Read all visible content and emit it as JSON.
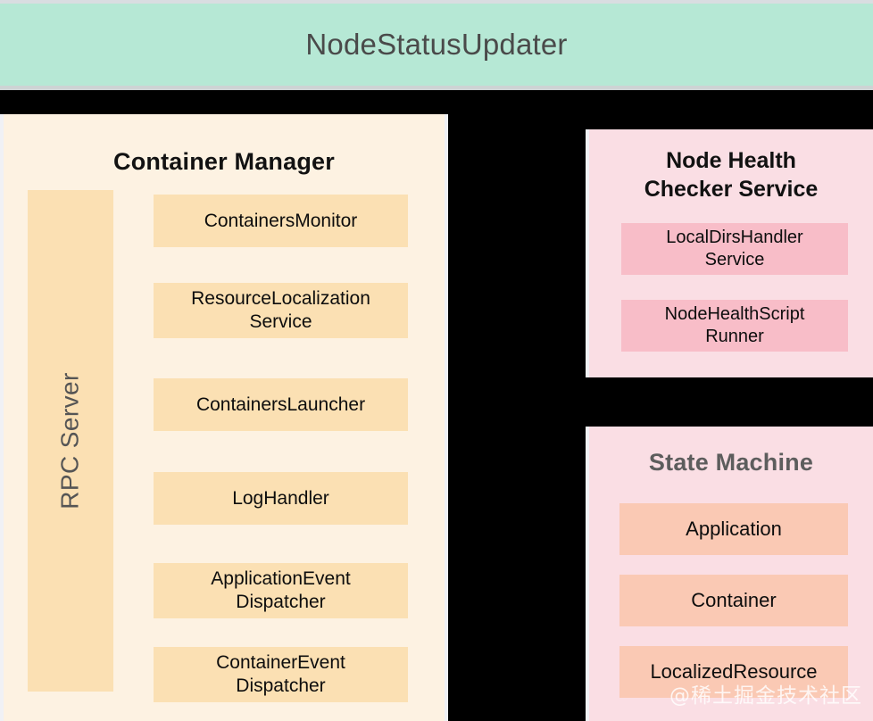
{
  "header": {
    "title": "NodeStatusUpdater",
    "background_color": "#b6e8d5",
    "text_color": "#4a4a4a"
  },
  "container_manager": {
    "title": "Container Manager",
    "background_color": "#fdf2e2",
    "box_color": "#fbe0b3",
    "rpc_server": {
      "label": "RPC Server",
      "orientation": "vertical-bottom-to-top"
    },
    "components": [
      {
        "label": "ContainersMonitor"
      },
      {
        "label": "ResourceLocalization\nService",
        "line1": "ResourceLocalization",
        "line2": "Service"
      },
      {
        "label": "ContainersLauncher"
      },
      {
        "label": "LogHandler"
      },
      {
        "label": "ApplicationEvent\nDispatcher",
        "line1": "ApplicationEvent",
        "line2": "Dispatcher"
      },
      {
        "label": "ContainerEvent\nDispatcher",
        "line1": "ContainerEvent",
        "line2": "Dispatcher"
      }
    ]
  },
  "node_health_checker": {
    "title_line1": "Node Health",
    "title_line2": "Checker Service",
    "background_color": "#fadee4",
    "box_color": "#f8bdc8",
    "components": [
      {
        "line1": "LocalDirsHandler",
        "line2": "Service"
      },
      {
        "line1": "NodeHealthScript",
        "line2": "Runner"
      }
    ]
  },
  "state_machine": {
    "title": "State Machine",
    "background_color": "#fadee4",
    "box_color": "#fac9b4",
    "title_color": "#5d5d5d",
    "components": [
      {
        "label": "Application"
      },
      {
        "label": "Container"
      },
      {
        "label": "LocalizedResource"
      }
    ]
  },
  "watermark": {
    "text": "@稀土掘金技术社区"
  }
}
